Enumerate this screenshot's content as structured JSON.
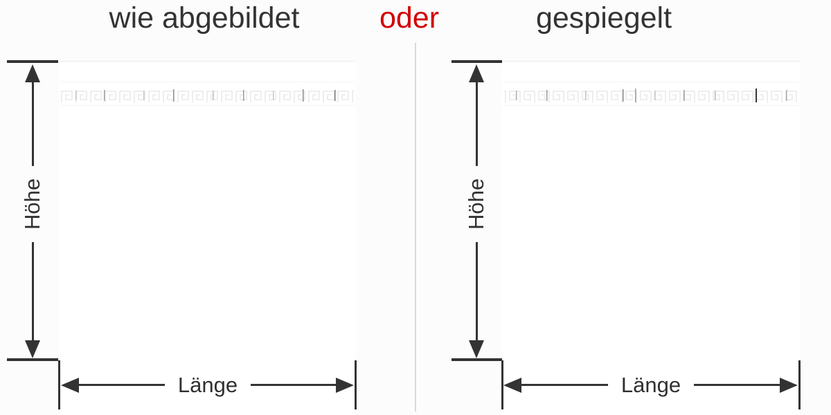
{
  "titles": {
    "left": "wie abgebildet",
    "connector": "oder",
    "right": "gespiegelt"
  },
  "panels": [
    {
      "id": "as-shown",
      "mirrored": false,
      "height_label": "Höhe",
      "length_label": "Länge"
    },
    {
      "id": "mirrored",
      "mirrored": true,
      "height_label": "Höhe",
      "length_label": "Länge"
    }
  ],
  "decor": {
    "description": "faint greek-key meander border near top of each panel, mirrored on right panel",
    "pattern_color": "#ececec"
  },
  "colors": {
    "text": "#333333",
    "accent_red": "#d10000",
    "dimension_line": "#333333",
    "divider": "#d8d8d8",
    "panel_bg": "#ffffff",
    "page_bg": "#fcfcfc"
  }
}
